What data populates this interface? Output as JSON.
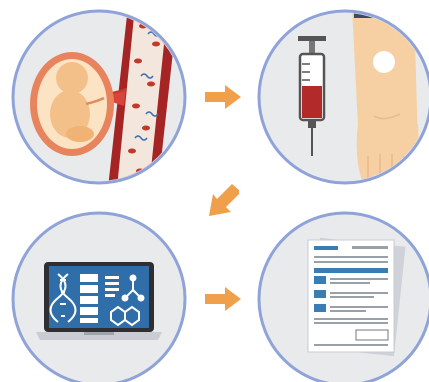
{
  "diagram": {
    "steps": [
      {
        "id": "fetal-dna-in-maternal-blood",
        "icons": [
          "fetus-icon",
          "blood-vessel-icon",
          "cell-free-dna-icon"
        ]
      },
      {
        "id": "maternal-blood-draw",
        "icons": [
          "syringe-icon",
          "forearm-icon"
        ]
      },
      {
        "id": "laboratory-analysis",
        "icons": [
          "laptop-icon",
          "dna-helix-icon",
          "bar-chart-icon",
          "molecule-icon"
        ]
      },
      {
        "id": "test-report",
        "icons": [
          "report-document-icon"
        ]
      }
    ],
    "arrows": [
      "right",
      "down-left",
      "right"
    ]
  },
  "colors": {
    "circle_border": "#8fa3d9",
    "circle_fill": "#e9eaec",
    "arrow": "#f0a04b",
    "blood": "#b22a2a",
    "skin": "#f6cfa3",
    "fetus": "#f4c089",
    "screen": "#2f6ea8",
    "report_accent": "#3a7db5"
  }
}
